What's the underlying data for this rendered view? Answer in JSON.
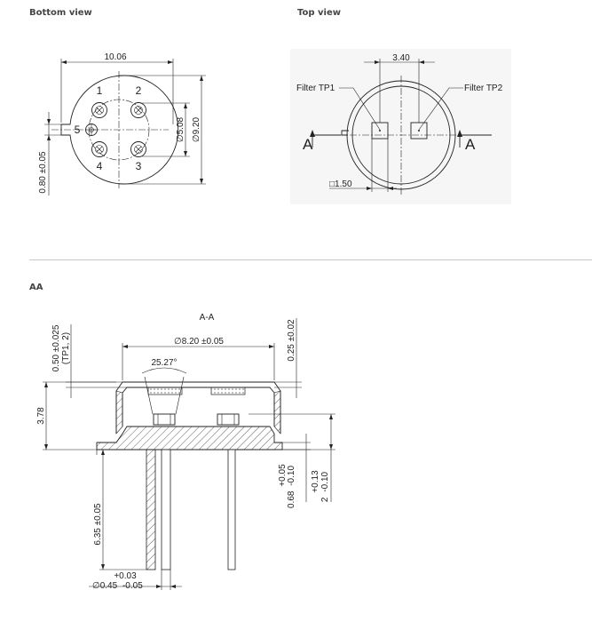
{
  "headings": {
    "bottom": "Bottom view",
    "top": "Top view",
    "section": "AA"
  },
  "bottom_view": {
    "width_dim": "10.06",
    "pins": [
      "1",
      "2",
      "3",
      "4",
      "5"
    ],
    "pitch_dim": "∅5.08",
    "diameter_dim": "∅9.20",
    "tab_dim": "0.80 ±0.05"
  },
  "top_view": {
    "spacing_dim": "3.40",
    "filter1": "Filter TP1",
    "filter2": "Filter TP2",
    "section_label": "A",
    "square_dim": "□1.50"
  },
  "section_view": {
    "title": "A-A",
    "window_dim": "∅8.20 ±0.05",
    "angle_dim": "25.27°",
    "thickness_dim_line1": "0.50 ±0.025",
    "thickness_dim_line2": "(TP1, 2)",
    "cap_dim": "0.25 ±0.02",
    "height_dim": "3.78",
    "base_dim_main": "0.68",
    "base_dim_tol_plus": "+0.05",
    "base_dim_tol_minus": "-0.10",
    "total_dim_main": "2",
    "total_dim_tol_plus": "+0.13",
    "total_dim_tol_minus": "-0.10",
    "lead_length_dim": "6.35 ±0.05",
    "lead_dia_main": "∅0.45",
    "lead_dia_tol_plus": "+0.03",
    "lead_dia_tol_minus": "-0.05"
  }
}
